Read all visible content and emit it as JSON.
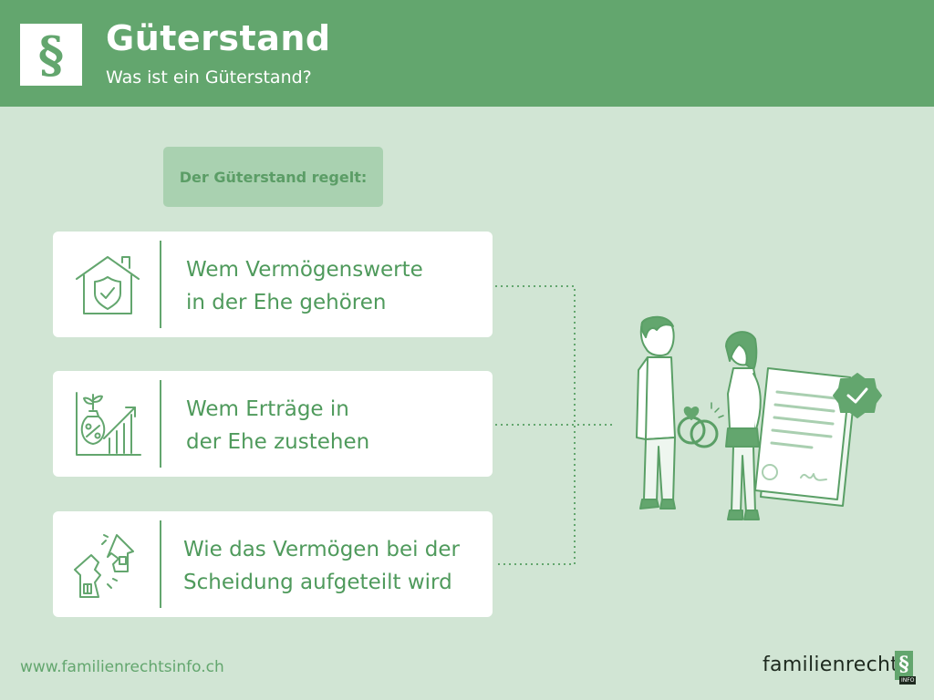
{
  "header": {
    "logo_glyph": "§",
    "title": "Güterstand",
    "subtitle": "Was ist ein Güterstand?"
  },
  "intro_label": "Der Güterstand regelt:",
  "cards": [
    {
      "icon": "house-shield-icon",
      "line1": "Wem Vermögenswerte",
      "line2": "in der Ehe gehören"
    },
    {
      "icon": "growth-chart-icon",
      "line1": "Wem Erträge in",
      "line2": "der Ehe zustehen"
    },
    {
      "icon": "broken-house-icon",
      "line1": "Wie das Vermögen bei der",
      "line2": "Scheidung aufgeteilt wird"
    }
  ],
  "footer": {
    "url": "www.familienrechtsinfo.ch",
    "brand": "familienrecht",
    "brand_mark": "§",
    "brand_tag": "INFO"
  },
  "colors": {
    "header": "#63a66e",
    "background": "#d1e5d4",
    "accent_text": "#4f9a5c",
    "pill": "#a9d1b0"
  }
}
